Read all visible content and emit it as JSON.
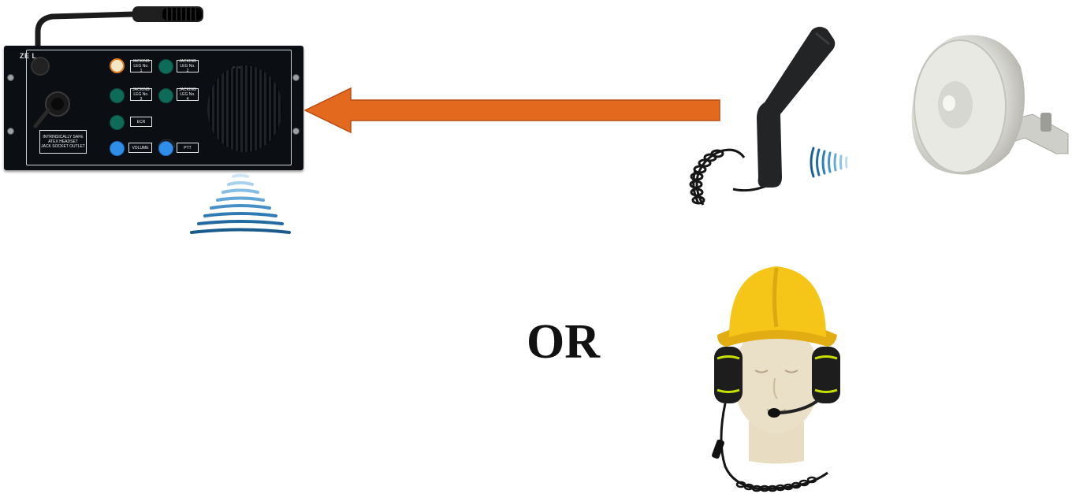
{
  "panel": {
    "brand": "ZE L",
    "buttons": [
      {
        "label": "JACKING LEG No. 1",
        "color": "orange"
      },
      {
        "label": "JACKING LEG No. 2",
        "color": "green"
      },
      {
        "label": "JACKING LEG No. 3",
        "color": "green"
      },
      {
        "label": "JACKING LEG No. 4",
        "color": "green"
      },
      {
        "label": "ECR",
        "color": "green"
      },
      {
        "label": "VOLUME",
        "color": "blue"
      },
      {
        "label": "PTT",
        "color": "blue"
      }
    ],
    "headset_socket_label": [
      "INTRINSICALLY SAFE",
      "ATEX HEADSET",
      "JACK SOCKET OUTLET"
    ]
  },
  "divider_text": "OR",
  "colors": {
    "arrow": "#e2691e",
    "wave_blue": "#1f6fa8",
    "helmet": "#f5c518",
    "button_green": "#0e6b57",
    "button_blue": "#2f8ee8",
    "panel": "#0b0e12"
  },
  "icons": [
    "gooseneck-microphone-icon",
    "speaker-grille-icon",
    "sound-wave-icon",
    "handset-icon",
    "horn-speaker-icon",
    "headset-helmet-icon"
  ]
}
